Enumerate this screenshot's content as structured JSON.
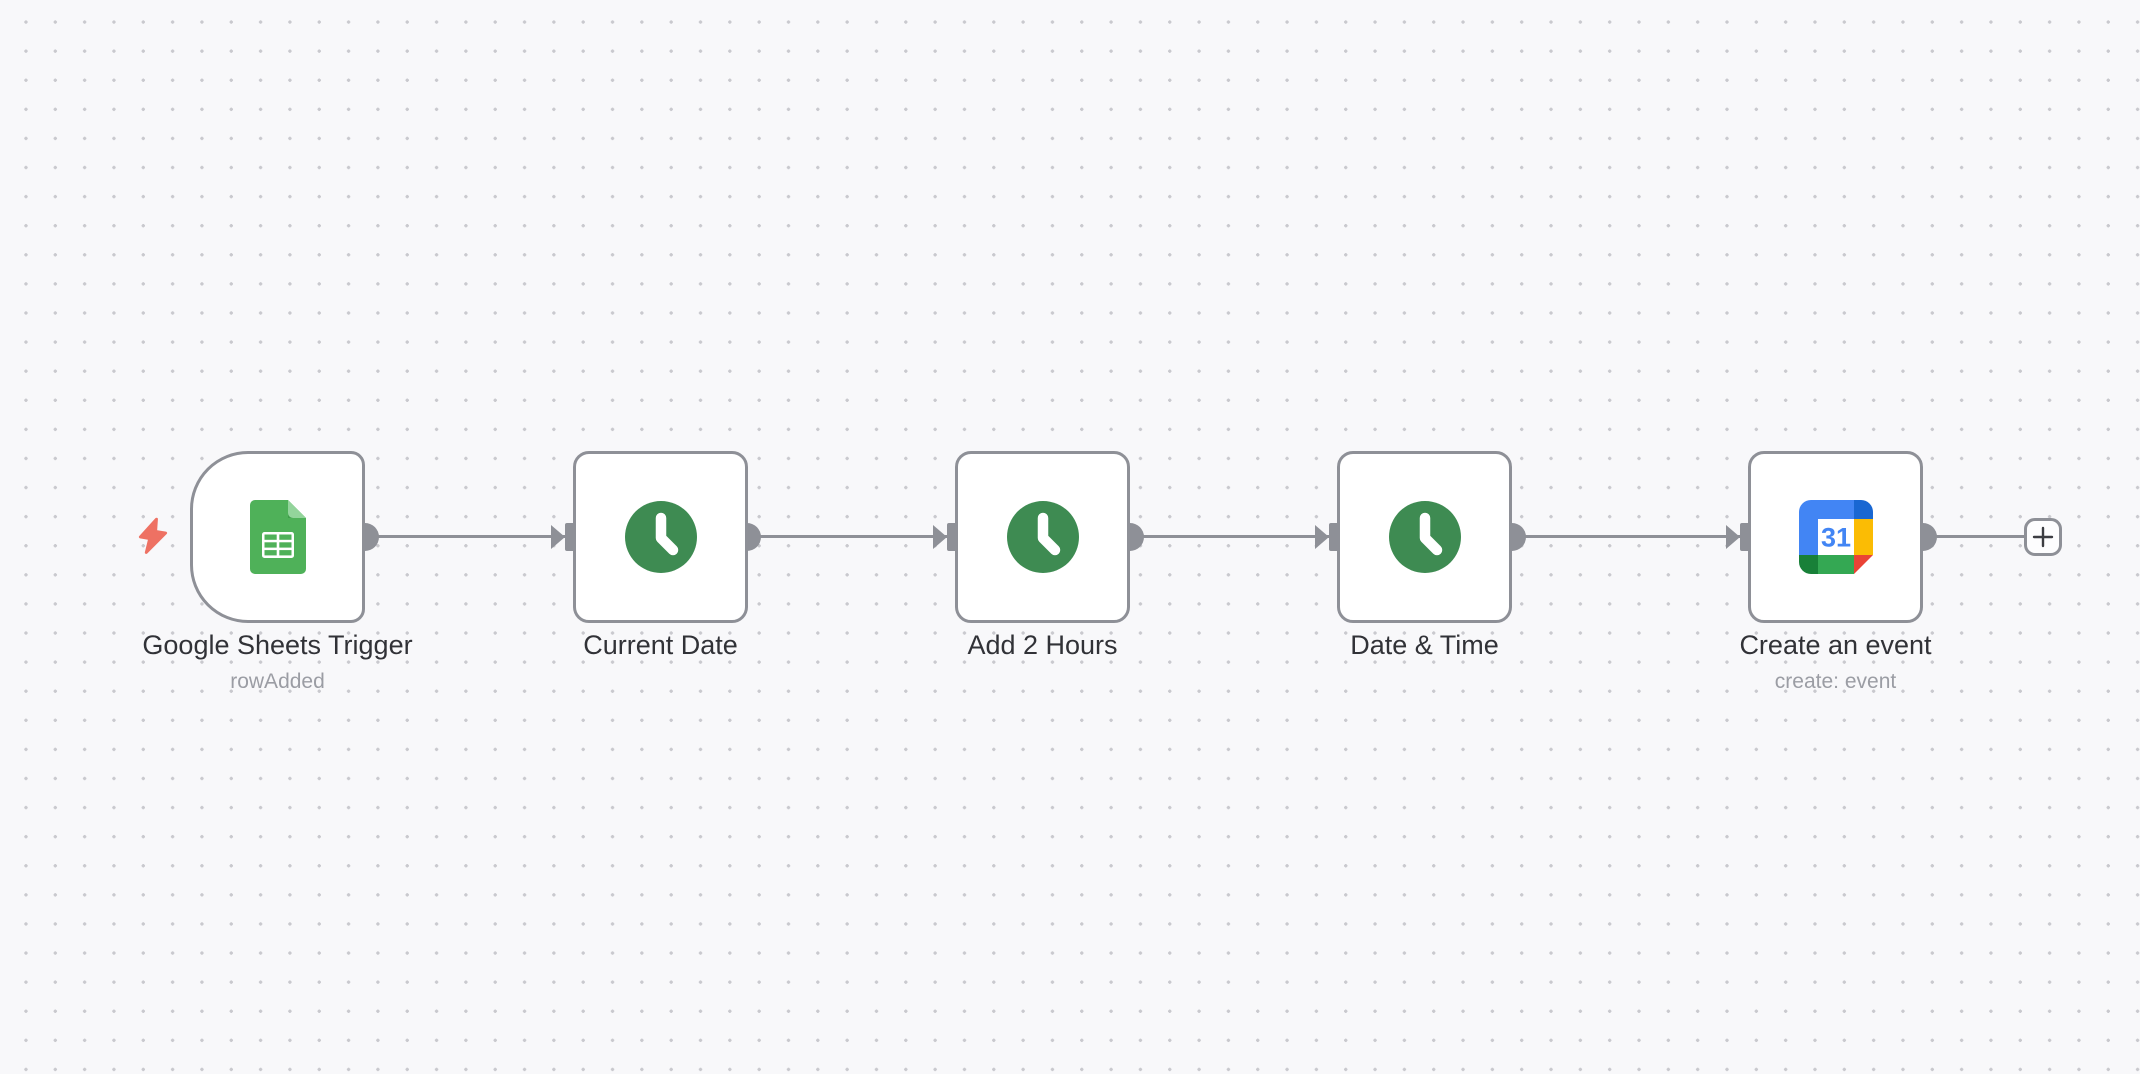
{
  "app": {
    "name": "workflow-editor-canvas"
  },
  "canvas": {
    "background_color": "#f8f8fa",
    "dot_color": "#c9c9ce",
    "connector_color": "#8e9097"
  },
  "trigger_indicator": {
    "icon": "lightning-bolt-icon",
    "color": "#ee7163"
  },
  "add_button": {
    "icon": "plus-icon"
  },
  "nodes": [
    {
      "label": "Google Sheets Trigger",
      "sublabel": "rowAdded",
      "icon": "google-sheets-icon",
      "shape": "trigger"
    },
    {
      "label": "Current Date",
      "icon": "clock-icon",
      "shape": "default"
    },
    {
      "label": "Add 2 Hours",
      "icon": "clock-icon",
      "shape": "default"
    },
    {
      "label": "Date & Time",
      "icon": "clock-icon",
      "shape": "default"
    },
    {
      "label": "Create an event",
      "sublabel": "create: event",
      "icon": "google-calendar-icon",
      "shape": "default",
      "badge": "31"
    }
  ],
  "icon_colors": {
    "sheets_green": "#4fb159",
    "sheets_fold_light": "#93d49b",
    "sheets_fold_shadow": "#3f9e4a",
    "clock_green": "#3e8b52",
    "calendar_blue": "#4285f4",
    "calendar_dark_blue": "#1967d2",
    "calendar_yellow": "#fbbc04",
    "calendar_green": "#34a853",
    "calendar_dark_green": "#188038",
    "calendar_red": "#ea4335",
    "calendar_number_blue": "#4285f4"
  }
}
